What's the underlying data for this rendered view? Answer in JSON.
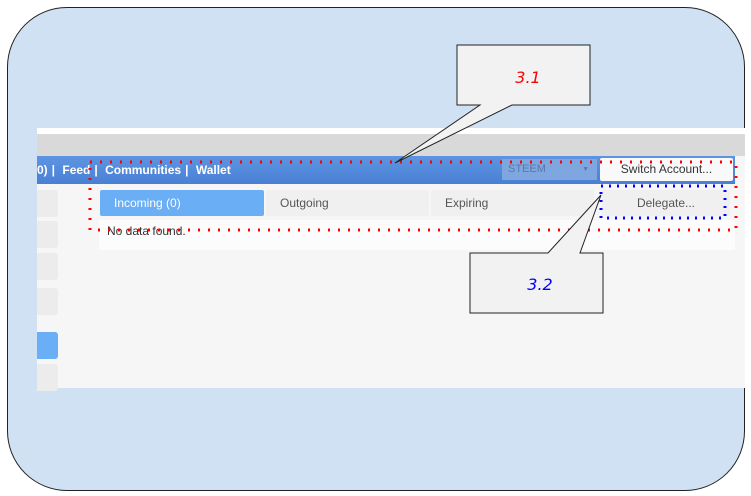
{
  "nav": {
    "partial": "0)",
    "items": [
      "Feed",
      "Communities",
      "Wallet"
    ],
    "currency": "STEEM",
    "switch_account": "Switch Account..."
  },
  "tabs": {
    "incoming": "Incoming (0)",
    "outgoing": "Outgoing",
    "expiring": "Expiring",
    "delegate": "Delegate..."
  },
  "content": {
    "empty": "No data found."
  },
  "callouts": {
    "c1": "3.1",
    "c2": "3.2"
  },
  "colors": {
    "frame": "#cfe1f2",
    "nav": "#4a80d4",
    "active_tab": "#6aaef5",
    "c1": "#ff0000",
    "c2": "#0000ff"
  }
}
